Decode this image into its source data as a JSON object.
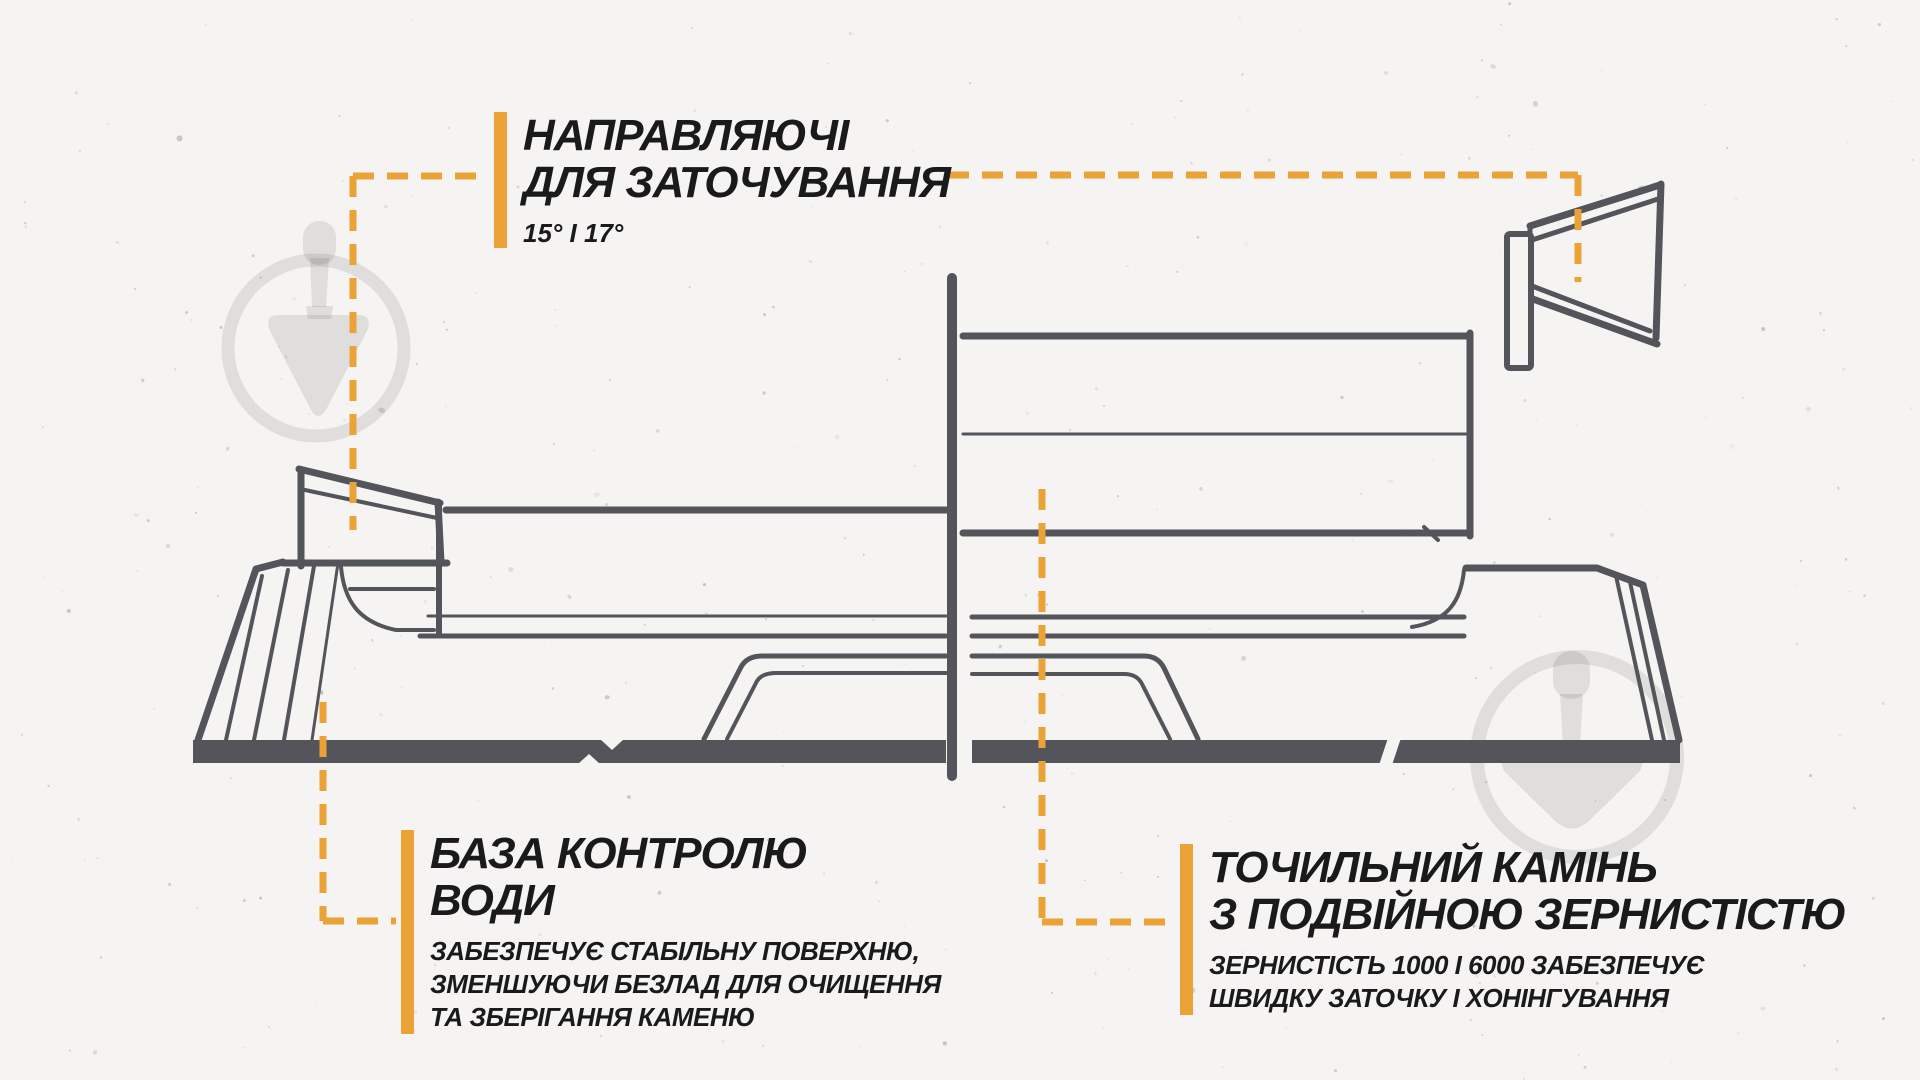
{
  "page": {
    "kind": "product-infographic",
    "subject": "sharpening-whetstone-technical-drawing"
  },
  "colors": {
    "background": "#F5F4F2",
    "accent_orange": "#EBA338",
    "drawing_line": "#54555A",
    "text": "#1A1A1C"
  },
  "icons": {
    "watermark": "trowel-icon"
  },
  "labels": {
    "sharpening_guides": {
      "title_line1": "НАПРАВЛЯЮЧІ",
      "title_line2": "ДЛЯ ЗАТОЧУВАННЯ",
      "angles": "15° І 17°"
    },
    "water_control_base": {
      "title_line1": "БАЗА КОНТРОЛЮ",
      "title_line2": "ВОДИ",
      "desc_line1": "ЗАБЕЗПЕЧУЄ СТАБІЛЬНУ ПОВЕРХНЮ,",
      "desc_line2": "ЗМЕНШУЮЧИ БЕЗЛАД ДЛЯ ОЧИЩЕННЯ",
      "desc_line3": "ТА ЗБЕРІГАННЯ КАМЕНЮ"
    },
    "dual_grit_stone": {
      "title_line1": "ТОЧИЛЬНИЙ КАМІНЬ",
      "title_line2": "З ПОДВІЙНОЮ ЗЕРНИСТІСТЮ",
      "desc_line1": "ЗЕРНИСТІСТЬ 1000 І 6000 ЗАБЕЗПЕЧУЄ",
      "desc_line2": "ШВИДКУ ЗАТОЧКУ І ХОНІНГУВАННЯ"
    }
  }
}
